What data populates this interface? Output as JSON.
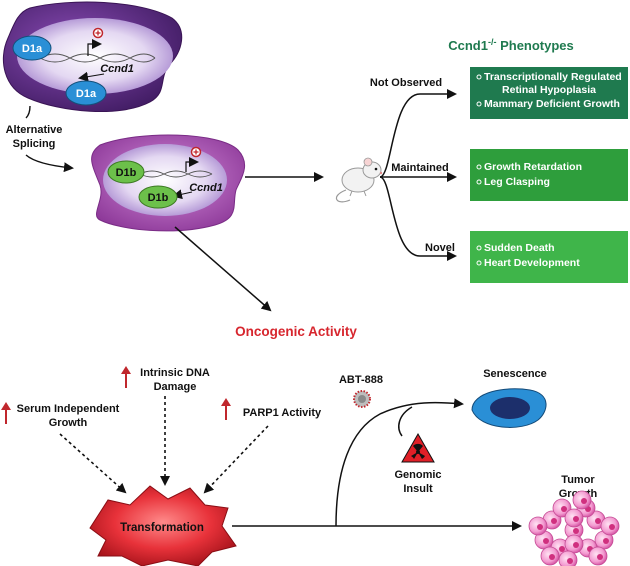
{
  "top_cell": {
    "protein": "D1a",
    "protein_nuclear": "D1a",
    "gene": "Ccnd1"
  },
  "splicing_label": [
    "Alternative",
    "Splicing"
  ],
  "bottom_cell": {
    "protein": "D1b",
    "protein_nuclear": "D1b",
    "gene": "Ccnd1"
  },
  "phenotypes": {
    "title_prefix": "Ccnd1",
    "title_superscript": "-/-",
    "title_suffix": " Phenotypes",
    "branches": [
      {
        "label": "Not Observed",
        "items": [
          "Transcriptionally Regulated",
          "Retinal Hypoplasia",
          "Mammary Deficient Growth"
        ],
        "color": "#1f7a4f"
      },
      {
        "label": "Maintained",
        "items": [
          "Growth Retardation",
          "Leg Clasping"
        ],
        "color": "#2e9e3c"
      },
      {
        "label": "Novel",
        "items": [
          "Sudden Death",
          "Heart Development"
        ],
        "color": "#3fb54a"
      }
    ]
  },
  "oncogenic_label": "Oncogenic Activity",
  "effects": {
    "serum": [
      "Serum Independent",
      "Growth"
    ],
    "dna": [
      "Intrinsic DNA",
      "Damage"
    ],
    "parp": "PARP1 Activity"
  },
  "transformation_label": "Transformation",
  "abt_label": "ABT-888",
  "senescence_label": "Senescence",
  "genomic_label": [
    "Genomic",
    "Insult"
  ],
  "tumor_label": [
    "Tumor",
    "Growth"
  ],
  "colors": {
    "cell_outer": "#6a2c91",
    "cell_bottom": "#b050b8",
    "protein_a": "#2a8fd6",
    "protein_b": "#6cc04a",
    "title_green": "#1f7a4f",
    "oncogenic_red": "#d7262e",
    "up_arrow": "#c0272d"
  }
}
